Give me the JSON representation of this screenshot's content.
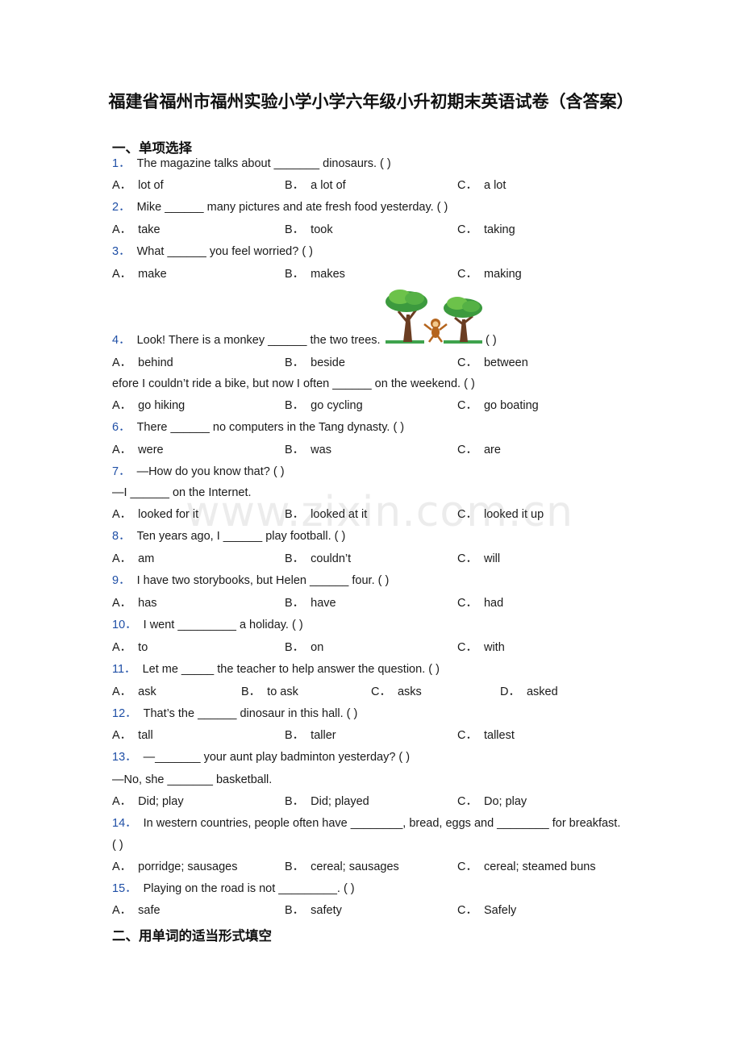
{
  "title": "福建省福州市福州实验小学小学六年级小升初期末英语试卷（含答案）",
  "sections": {
    "s1": "一、单项选择",
    "s2": "二、用单词的适当形式填空"
  },
  "watermark": "www.zixin.com.cn",
  "colors": {
    "question_number": "#1f4fa6",
    "text": "#1a1a1a"
  },
  "questions": [
    {
      "num": "1．",
      "text": "The magazine talks about _______ dinosaurs. (    )",
      "options": [
        [
          "A．",
          "lot of"
        ],
        [
          "B．",
          "a lot of"
        ],
        [
          "C．",
          "a lot"
        ]
      ]
    },
    {
      "num": "2．",
      "text": "Mike ______ many pictures and ate fresh food yesterday. (    )",
      "options": [
        [
          "A．",
          "take"
        ],
        [
          "B．",
          "took"
        ],
        [
          "C．",
          "taking"
        ]
      ]
    },
    {
      "num": "3．",
      "text": "What ______ you feel worried? (    )",
      "options": [
        [
          "A．",
          "make"
        ],
        [
          "B．",
          "makes"
        ],
        [
          "C．",
          "making"
        ]
      ]
    },
    {
      "num": "4．",
      "text": "Look! There is a monkey ______ the two trees.",
      "tail": "(    )",
      "options": [
        [
          "A．",
          "behind"
        ],
        [
          "B．",
          "beside"
        ],
        [
          "C．",
          "between"
        ]
      ]
    },
    {
      "num": "",
      "text": "efore I couldn’t ride a bike, but now I often ______ on the weekend. (    )",
      "options": [
        [
          "A．",
          "go hiking"
        ],
        [
          "B．",
          "go cycling"
        ],
        [
          "C．",
          "go boating"
        ]
      ]
    },
    {
      "num": "6．",
      "text": "There ______ no computers in the Tang dynasty. (    )",
      "options": [
        [
          "A．",
          "were"
        ],
        [
          "B．",
          "was"
        ],
        [
          "C．",
          "are"
        ]
      ]
    },
    {
      "num": "7．",
      "text": "—How do you know that? (    )",
      "line2": "—I ______ on the Internet.",
      "options": [
        [
          "A．",
          "looked for it"
        ],
        [
          "B．",
          "looked at it"
        ],
        [
          "C．",
          "looked it up"
        ]
      ]
    },
    {
      "num": "8．",
      "text": "Ten years ago, I ______ play football. (    )",
      "options": [
        [
          "A．",
          "am"
        ],
        [
          "B．",
          "couldn’t"
        ],
        [
          "C．",
          "will"
        ]
      ]
    },
    {
      "num": "9．",
      "text": "I have two storybooks, but Helen ______ four. (    )",
      "options": [
        [
          "A．",
          "has"
        ],
        [
          "B．",
          "have"
        ],
        [
          "C．",
          "had"
        ]
      ]
    },
    {
      "num": "10．",
      "text": "I went _________ a holiday. (    )",
      "options": [
        [
          "A．",
          "to"
        ],
        [
          "B．",
          "on"
        ],
        [
          "C．",
          "with"
        ]
      ]
    },
    {
      "num": "11．",
      "text": "Let me _____ the teacher to help answer the question. (    )",
      "options": [
        [
          "A．",
          "ask"
        ],
        [
          "B．",
          "to ask"
        ],
        [
          "C．",
          "asks"
        ],
        [
          "D．",
          "asked"
        ]
      ]
    },
    {
      "num": "12．",
      "text": "That’s the ______ dinosaur in this hall. (    )",
      "options": [
        [
          "A．",
          "tall"
        ],
        [
          "B．",
          "taller"
        ],
        [
          "C．",
          "tallest"
        ]
      ]
    },
    {
      "num": "13．",
      "text": "—_______ your aunt play badminton yesterday? (    )",
      "line2": "—No, she _______ basketball.",
      "options": [
        [
          "A．",
          "Did; play"
        ],
        [
          "B．",
          "Did; played"
        ],
        [
          "C．",
          "Do; play"
        ]
      ]
    },
    {
      "num": "14．",
      "text": "In western countries, people often have ________, bread, eggs and ________ for breakfast.",
      "line2": "(    )",
      "options": [
        [
          "A．",
          "porridge; sausages"
        ],
        [
          "B．",
          "cereal; sausages"
        ],
        [
          "C．",
          "cereal; steamed buns"
        ]
      ]
    },
    {
      "num": "15．",
      "text": "Playing on the road is not _________.  (    )",
      "options": [
        [
          "A．",
          "safe"
        ],
        [
          "B．",
          "safety"
        ],
        [
          "C．",
          "Safely"
        ]
      ]
    }
  ]
}
